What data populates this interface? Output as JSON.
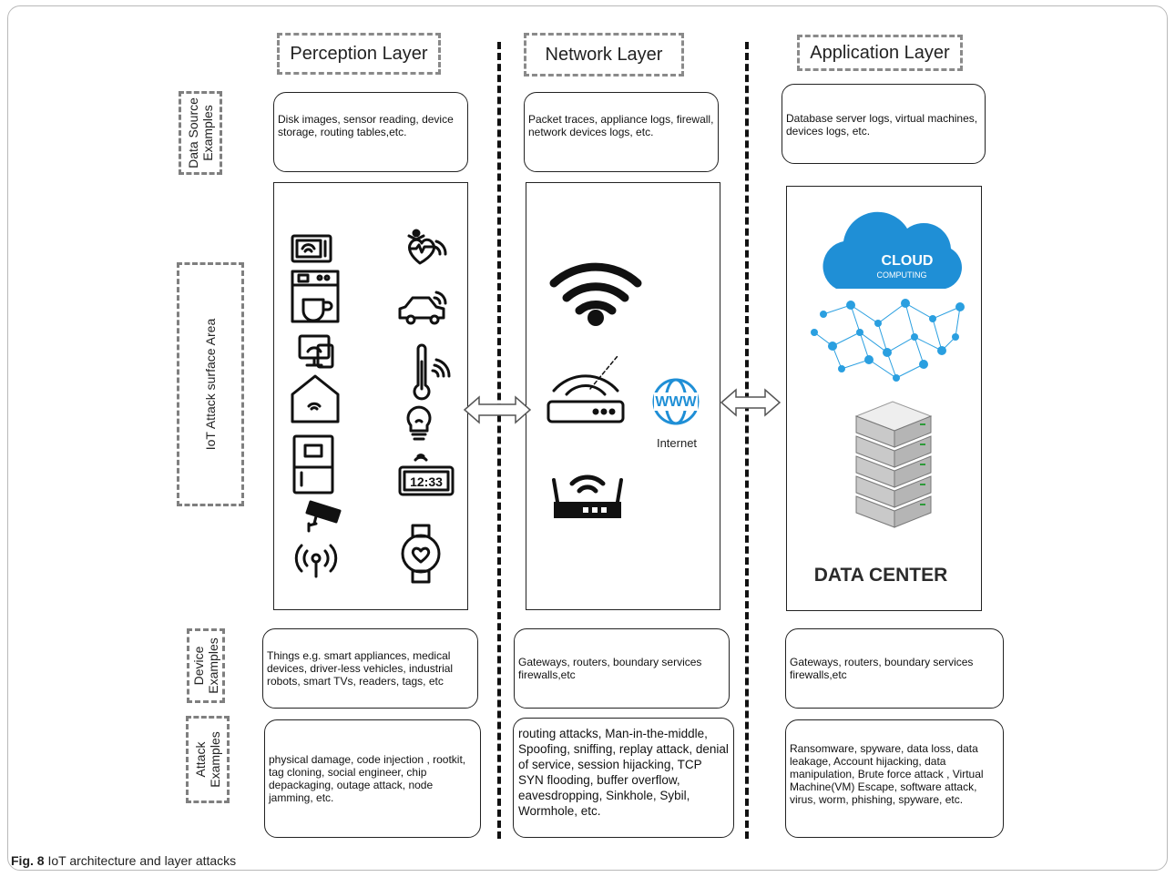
{
  "caption": {
    "label": "Fig. 8",
    "text": "IoT architecture and layer attacks"
  },
  "layers": [
    {
      "title": "Perception Layer",
      "data_source": "Disk images, sensor reading, device storage, routing tables,etc.",
      "devices": "Things e.g. smart appliances, medical devices, driver-less vehicles, industrial robots, smart TVs, readers, tags, etc",
      "attacks": "physical damage, code injection , rootkit, tag cloning, social engineer, chip depackaging, outage attack, node jamming, etc."
    },
    {
      "title": "Network Layer",
      "data_source": "Packet traces, appliance logs, firewall, network devices logs, etc.",
      "devices": "Gateways, routers, boundary services firewalls,etc",
      "attacks": "routing attacks, Man-in-the-middle, Spoofing, sniffing, replay attack, denial of service, session hijacking, TCP SYN flooding, buffer overflow, eavesdropping, Sinkhole, Sybil, Wormhole, etc."
    },
    {
      "title": "Application Layer",
      "data_source": "Database server logs, virtual machines, devices logs, etc.",
      "devices": "Gateways, routers, boundary services firewalls,etc",
      "attacks": "Ransomware, spyware, data loss, data leakage, Account hijacking, data manipulation, Brute force attack , Virtual Machine(VM) Escape, software attack,  virus, worm, phishing, spyware, etc."
    }
  ],
  "row_labels": {
    "data_source": "Data Source\nExamples",
    "attack_surface": "IoT Attack surface Area",
    "devices": "Device\nExamples",
    "attacks": "Attack\nExamples"
  },
  "network_panel": {
    "internet_label": "Internet",
    "www_label": "WWW"
  },
  "application_panel": {
    "cloud_line1": "CLOUD",
    "cloud_line2": "COMPUTING",
    "datacenter_label": "DATA CENTER"
  },
  "colors": {
    "cloud_blue": "#1f8fd6",
    "node_blue": "#2a9fe0",
    "server_gray": "#c9c9c9",
    "dashed_gray": "#8a8a8a"
  },
  "icons": {
    "perception_left": [
      "microwave-icon",
      "coffee-machine-icon",
      "computer-icon",
      "smart-home-icon",
      "fridge-icon",
      "security-camera-icon",
      "sensor-antenna-icon"
    ],
    "perception_right": [
      "health-monitor-icon",
      "connected-car-icon",
      "thermometer-icon",
      "smart-bulb-icon",
      "digital-clock-icon",
      "smartwatch-icon"
    ],
    "network": [
      "wifi-icon",
      "router-icon",
      "globe-www-icon",
      "wifi-router-icon"
    ],
    "application": [
      "cloud-computing-icon",
      "data-center-servers-icon"
    ]
  },
  "clock_display": "12:33"
}
